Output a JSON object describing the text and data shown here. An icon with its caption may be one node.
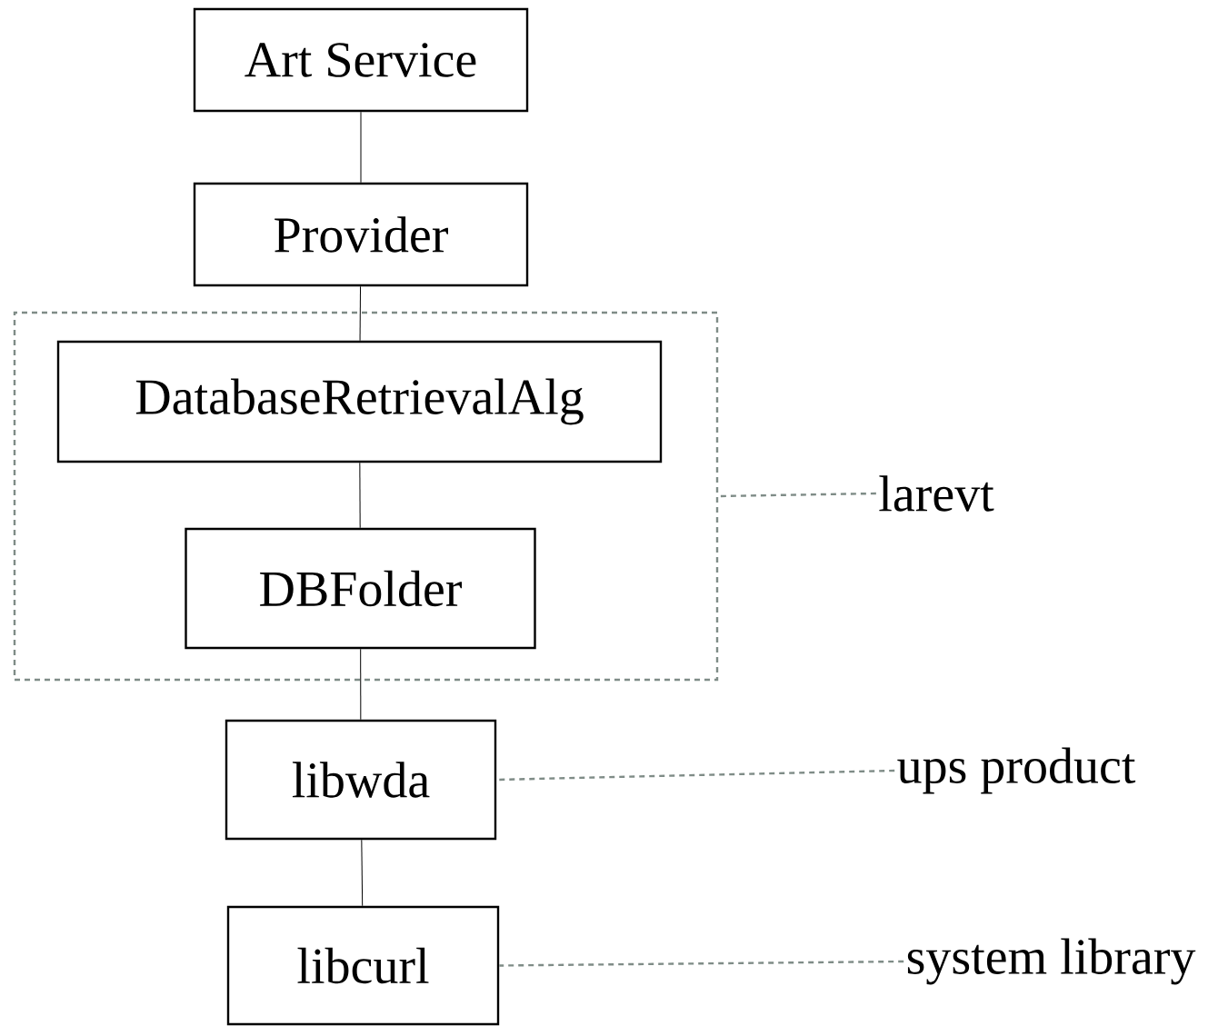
{
  "diagram": {
    "nodes": [
      {
        "text": [
          "Art Service"
        ]
      },
      {
        "text": [
          "Provider"
        ]
      },
      {
        "text": [],
        "shape": "box"
      },
      {
        "text": [
          "DatabaseRetrievalAlg"
        ],
        "in": 2
      },
      {
        "text": [
          "DBFolder"
        ],
        "in": 2
      },
      {
        "text": [
          "libwda"
        ]
      },
      {
        "text": [
          "libcurl"
        ]
      },
      {
        "text": [
          "larevt"
        ]
      },
      {
        "text": [
          "ups product"
        ]
      },
      {
        "text": [
          "system library"
        ]
      }
    ],
    "edges": [
      {
        "from": 0,
        "to": 1,
        "arrow": "none"
      },
      {
        "from": 1,
        "to": 3,
        "arrow": "none"
      },
      {
        "from": 3,
        "to": 4,
        "arrow": "none"
      },
      {
        "from": 4,
        "to": 5,
        "arrow": "none"
      },
      {
        "from": 5,
        "to": 6,
        "arrow": "none"
      },
      {
        "from": 7,
        "to": 2,
        "arrow": "none",
        "style": "dashed",
        "color": "#7f8c87"
      },
      {
        "from": 8,
        "to": 5,
        "arrow": "none",
        "style": "dashed",
        "color": "#7f8c87"
      },
      {
        "from": 9,
        "to": 6,
        "arrow": "none",
        "style": "dashed",
        "color": "#7f8c87"
      }
    ]
  }
}
